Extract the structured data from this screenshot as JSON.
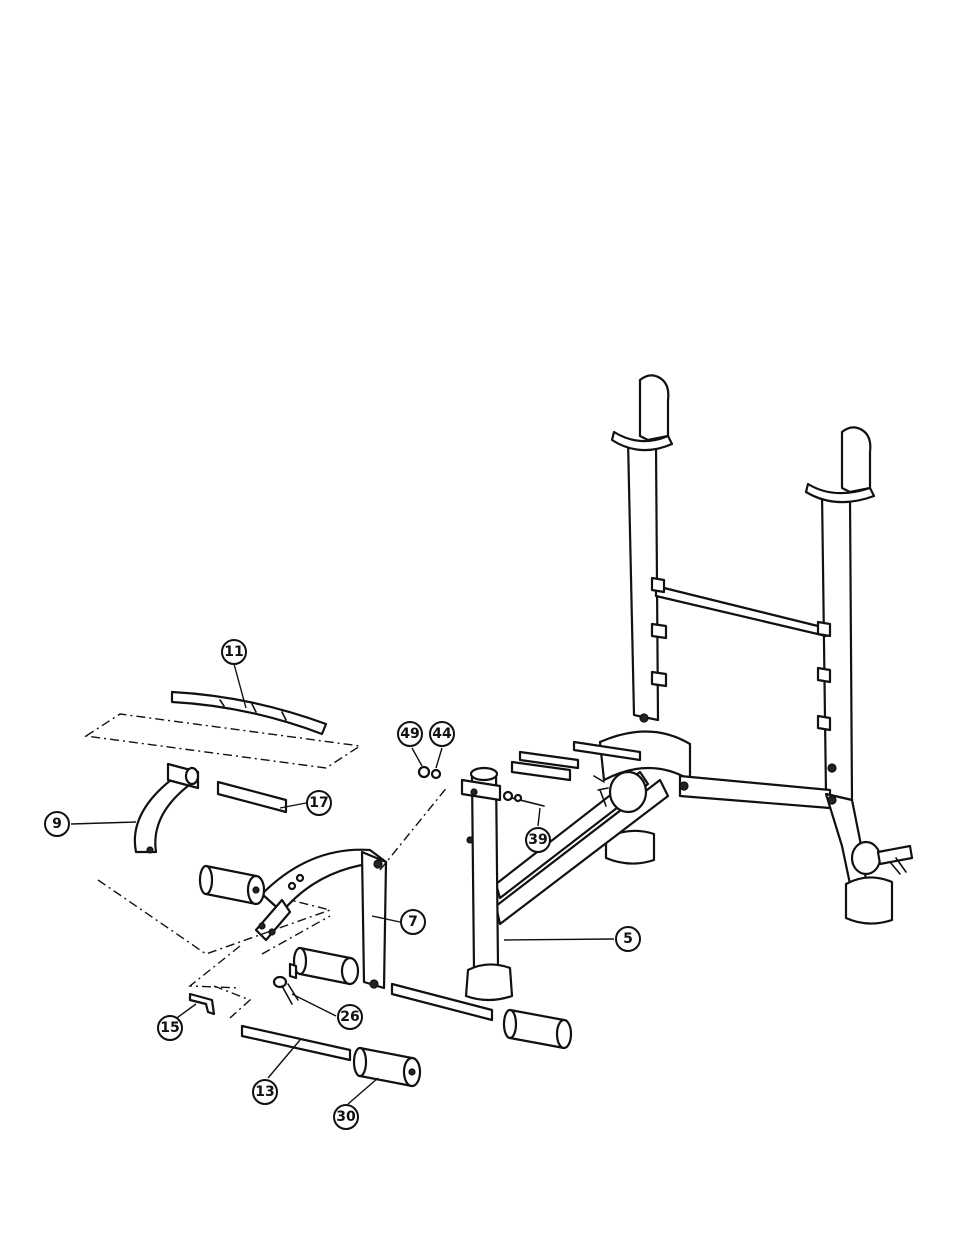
{
  "diagram": {
    "type": "exploded-assembly",
    "callouts": [
      {
        "id": "callout-11",
        "label": "11"
      },
      {
        "id": "callout-9",
        "label": "9"
      },
      {
        "id": "callout-17",
        "label": "17"
      },
      {
        "id": "callout-49",
        "label": "49"
      },
      {
        "id": "callout-44",
        "label": "44"
      },
      {
        "id": "callout-39",
        "label": "39"
      },
      {
        "id": "callout-7",
        "label": "7"
      },
      {
        "id": "callout-5",
        "label": "5"
      },
      {
        "id": "callout-26",
        "label": "26"
      },
      {
        "id": "callout-15",
        "label": "15"
      },
      {
        "id": "callout-13",
        "label": "13"
      },
      {
        "id": "callout-30",
        "label": "30"
      }
    ]
  }
}
